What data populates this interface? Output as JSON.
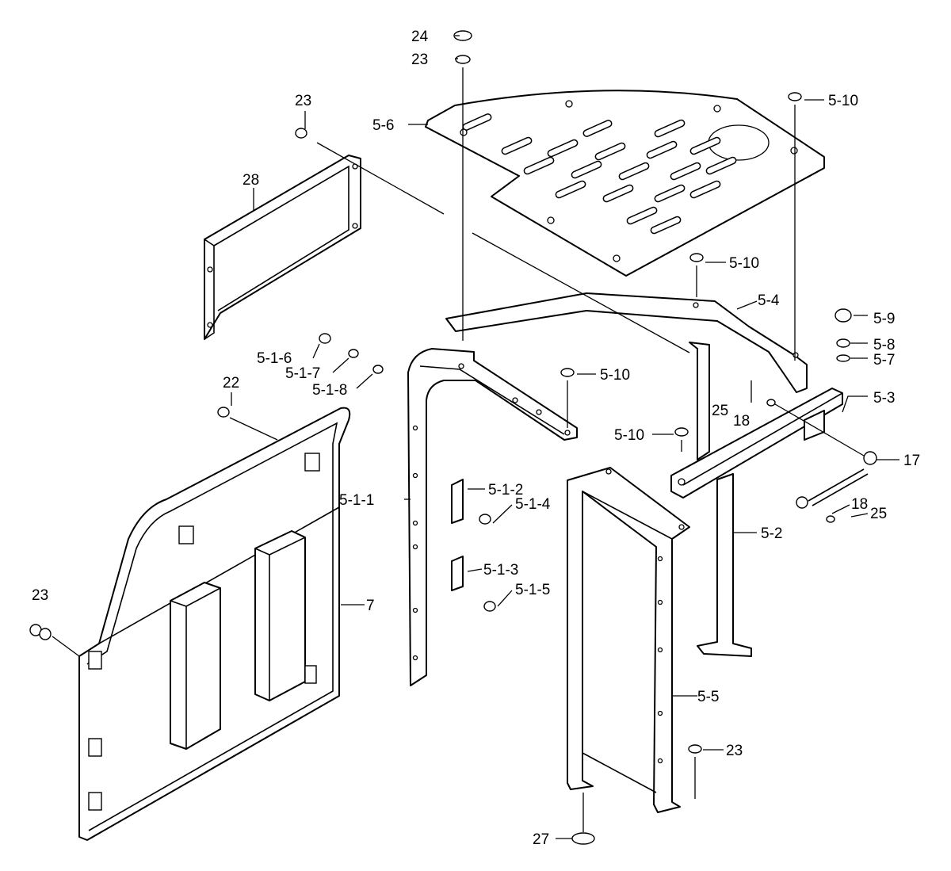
{
  "callouts": [
    "24",
    "23",
    "5-6",
    "5-10",
    "23",
    "28",
    "5-10",
    "5-4",
    "5-9",
    "5-8",
    "5-7",
    "5-1-6",
    "5-1-7",
    "5-1-8",
    "5-10",
    "22",
    "25",
    "18",
    "5-3",
    "5-10",
    "17",
    "5-1-2",
    "5-1-1",
    "5-1-4",
    "18",
    "25",
    "5-2",
    "5-1-3",
    "5-1-5",
    "23",
    "7",
    "5-5",
    "23",
    "27"
  ]
}
